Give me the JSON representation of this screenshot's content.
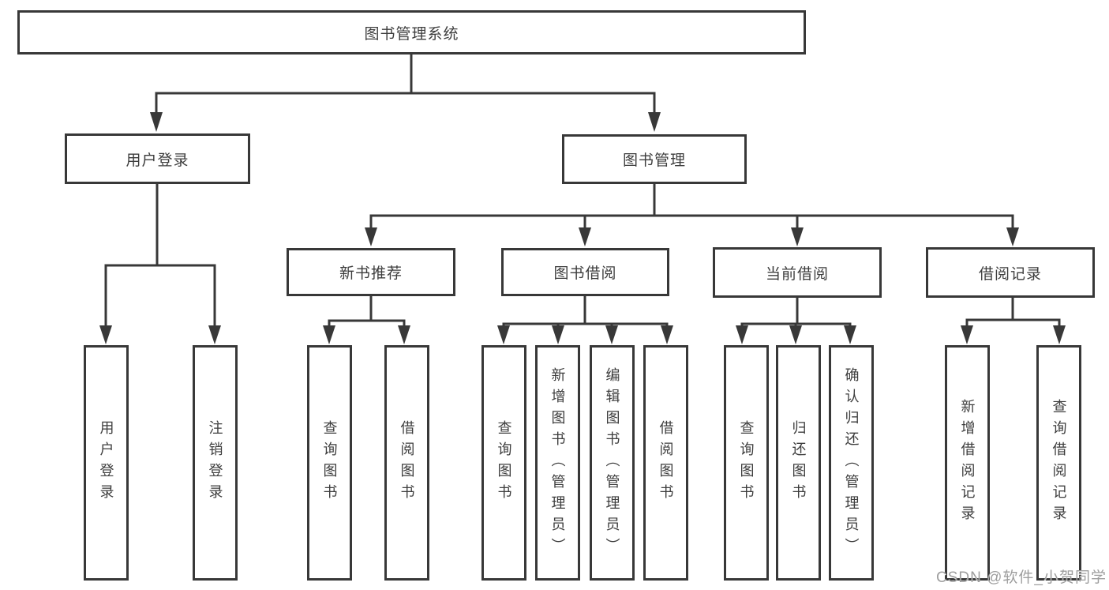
{
  "diagram": {
    "title": "图书管理系统",
    "root": {
      "label": "图书管理系统"
    },
    "level2": {
      "user_login": {
        "label": "用户登录"
      },
      "book_management": {
        "label": "图书管理"
      }
    },
    "level3": {
      "new_book_recommend": {
        "label": "新书推荐"
      },
      "book_borrow": {
        "label": "图书借阅"
      },
      "current_borrow": {
        "label": "当前借阅"
      },
      "borrow_records": {
        "label": "借阅记录"
      }
    },
    "leaves": {
      "user_login": {
        "label": "用户登录"
      },
      "logout": {
        "label": "注销登录"
      },
      "nbr_query_books": {
        "label": "查询图书"
      },
      "nbr_borrow_books": {
        "label": "借阅图书"
      },
      "bb_query_books": {
        "label": "查询图书"
      },
      "bb_add_books_admin": {
        "label": "新增图书（管理员）"
      },
      "bb_edit_books_admin": {
        "label": "编辑图书（管理员）"
      },
      "bb_borrow_books": {
        "label": "借阅图书"
      },
      "cb_query_books": {
        "label": "查询图书"
      },
      "cb_return_books": {
        "label": "归还图书"
      },
      "cb_confirm_return_admin": {
        "label": "确认归还（管理员）"
      },
      "br_add_record": {
        "label": "新增借阅记录"
      },
      "br_query_record": {
        "label": "查询借阅记录"
      }
    }
  },
  "watermark": {
    "text": "CSDN @软件_小贺同学"
  },
  "colors": {
    "line": "#383838",
    "box_border": "#383838",
    "text": "#3d3d3d",
    "watermark": "#9e9e9e",
    "background": "#ffffff"
  }
}
